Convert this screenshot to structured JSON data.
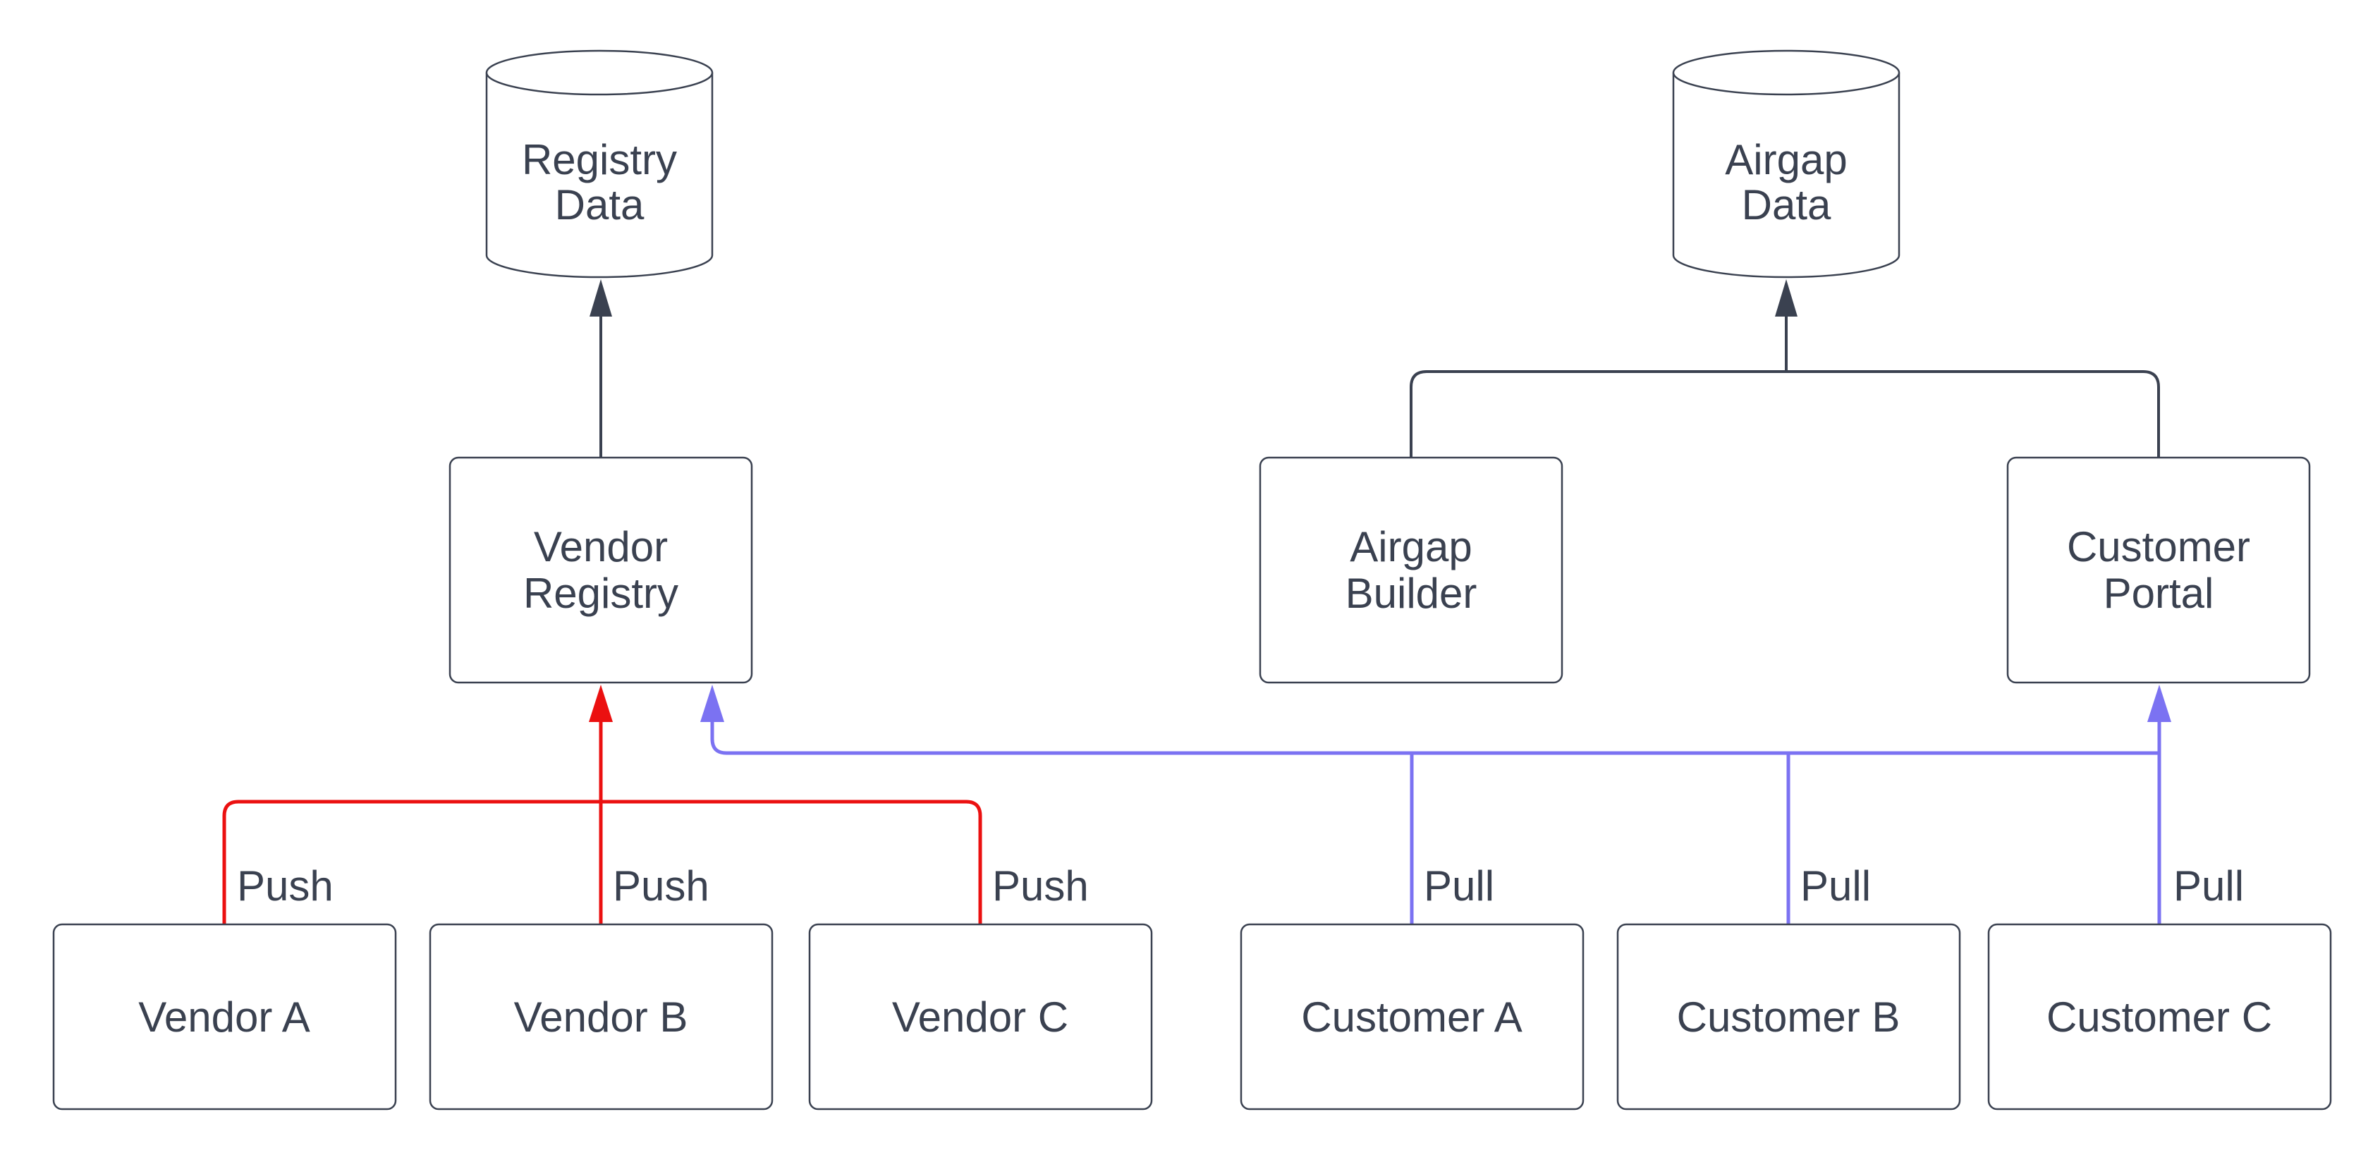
{
  "diagram": {
    "colors": {
      "background": "#ffffff",
      "outline": "#3a4150",
      "push_edge": "#eb1010",
      "pull_edge": "#7b72f2"
    },
    "nodes": {
      "registry_data": {
        "type": "cylinder",
        "line1": "Registry",
        "line2": "Data"
      },
      "airgap_data": {
        "type": "cylinder",
        "line1": "Airgap",
        "line2": "Data"
      },
      "vendor_registry": {
        "type": "box",
        "line1": "Vendor",
        "line2": "Registry"
      },
      "airgap_builder": {
        "type": "box",
        "line1": "Airgap",
        "line2": "Builder"
      },
      "customer_portal": {
        "type": "box",
        "line1": "Customer",
        "line2": "Portal"
      },
      "vendor_a": {
        "type": "box",
        "label": "Vendor A"
      },
      "vendor_b": {
        "type": "box",
        "label": "Vendor B"
      },
      "vendor_c": {
        "type": "box",
        "label": "Vendor C"
      },
      "customer_a": {
        "type": "box",
        "label": "Customer A"
      },
      "customer_b": {
        "type": "box",
        "label": "Customer B"
      },
      "customer_c": {
        "type": "box",
        "label": "Customer C"
      }
    },
    "edge_labels": {
      "push_a": "Push",
      "push_b": "Push",
      "push_c": "Push",
      "pull_a": "Pull",
      "pull_b": "Pull",
      "pull_c": "Pull"
    }
  }
}
